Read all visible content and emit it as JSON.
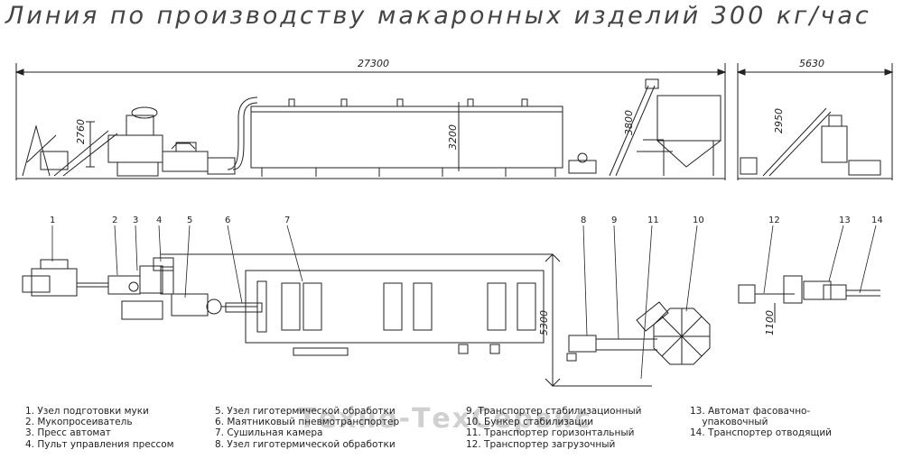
{
  "title": "Линия по производству макаронных изделий 300 кг/час",
  "dimensions": {
    "length_total": "27300",
    "length_pack": "5630",
    "h_flour": "2760",
    "h_dryer": "3200",
    "h_conveyor": "3800",
    "h_pack": "2950",
    "width_plan": "5300",
    "width_pack": "1100"
  },
  "callouts": [
    "1",
    "2",
    "3",
    "4",
    "5",
    "6",
    "7",
    "8",
    "9",
    "11",
    "10",
    "12",
    "13",
    "14"
  ],
  "legend": {
    "col1": [
      "1. Узел подготовки муки",
      "2. Мукопросеиватель",
      "3. Пресс автомат",
      "4. Пульт управления прессом"
    ],
    "col2": [
      "5. Узел гиготермической обработки",
      "6. Маятниковый пневмотранспортер",
      "7. Сушильная камера",
      "8. Узел гиготермической обработки"
    ],
    "col3": [
      "9. Транспортер стабилизационный",
      "10. Бункер стабилизации",
      "11. Транспортер горизонтальный",
      "12. Транспортер загрузочный"
    ],
    "col4": [
      "13. Автомат фасовачно-",
      "    упаковочный",
      "14. Транспортер отводящий"
    ]
  },
  "watermark": "Техно-ТехСервис"
}
